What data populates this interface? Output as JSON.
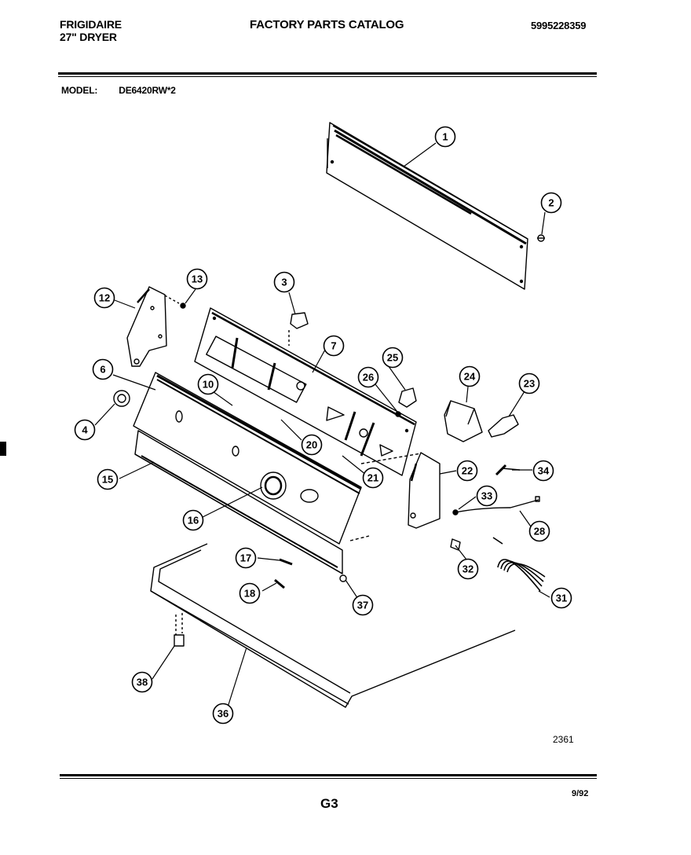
{
  "header": {
    "brand": "FRIGIDAIRE",
    "product": "27\" DRYER",
    "catalog_title": "FACTORY PARTS CATALOG",
    "part_number": "5995228359",
    "model_label": "MODEL:",
    "model_value": "DE6420RW*2"
  },
  "footer": {
    "drawing_code": "2361",
    "page_code": "G3",
    "date": "9/92"
  },
  "callouts": [
    "1",
    "2",
    "3",
    "4",
    "6",
    "7",
    "10",
    "12",
    "13",
    "15",
    "16",
    "17",
    "18",
    "20",
    "21",
    "22",
    "23",
    "24",
    "25",
    "26",
    "28",
    "31",
    "32",
    "33",
    "34",
    "36",
    "37",
    "38"
  ]
}
